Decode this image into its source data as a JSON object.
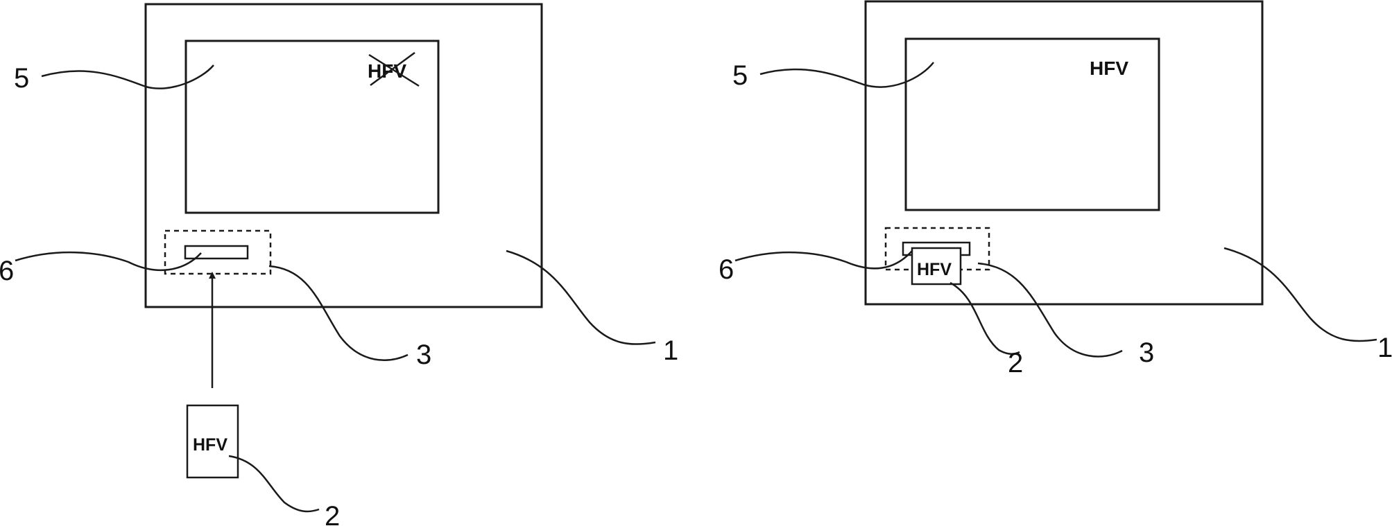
{
  "left_panel": {
    "screen_text": "HFV",
    "card_text": "HFV",
    "ref_device": "1",
    "ref_card": "2",
    "ref_reader": "3",
    "ref_display": "5",
    "ref_slot": "6"
  },
  "right_panel": {
    "screen_text": "HFV",
    "card_text": "HFV",
    "ref_device": "1",
    "ref_card": "2",
    "ref_reader": "3",
    "ref_display": "5",
    "ref_slot": "6"
  }
}
